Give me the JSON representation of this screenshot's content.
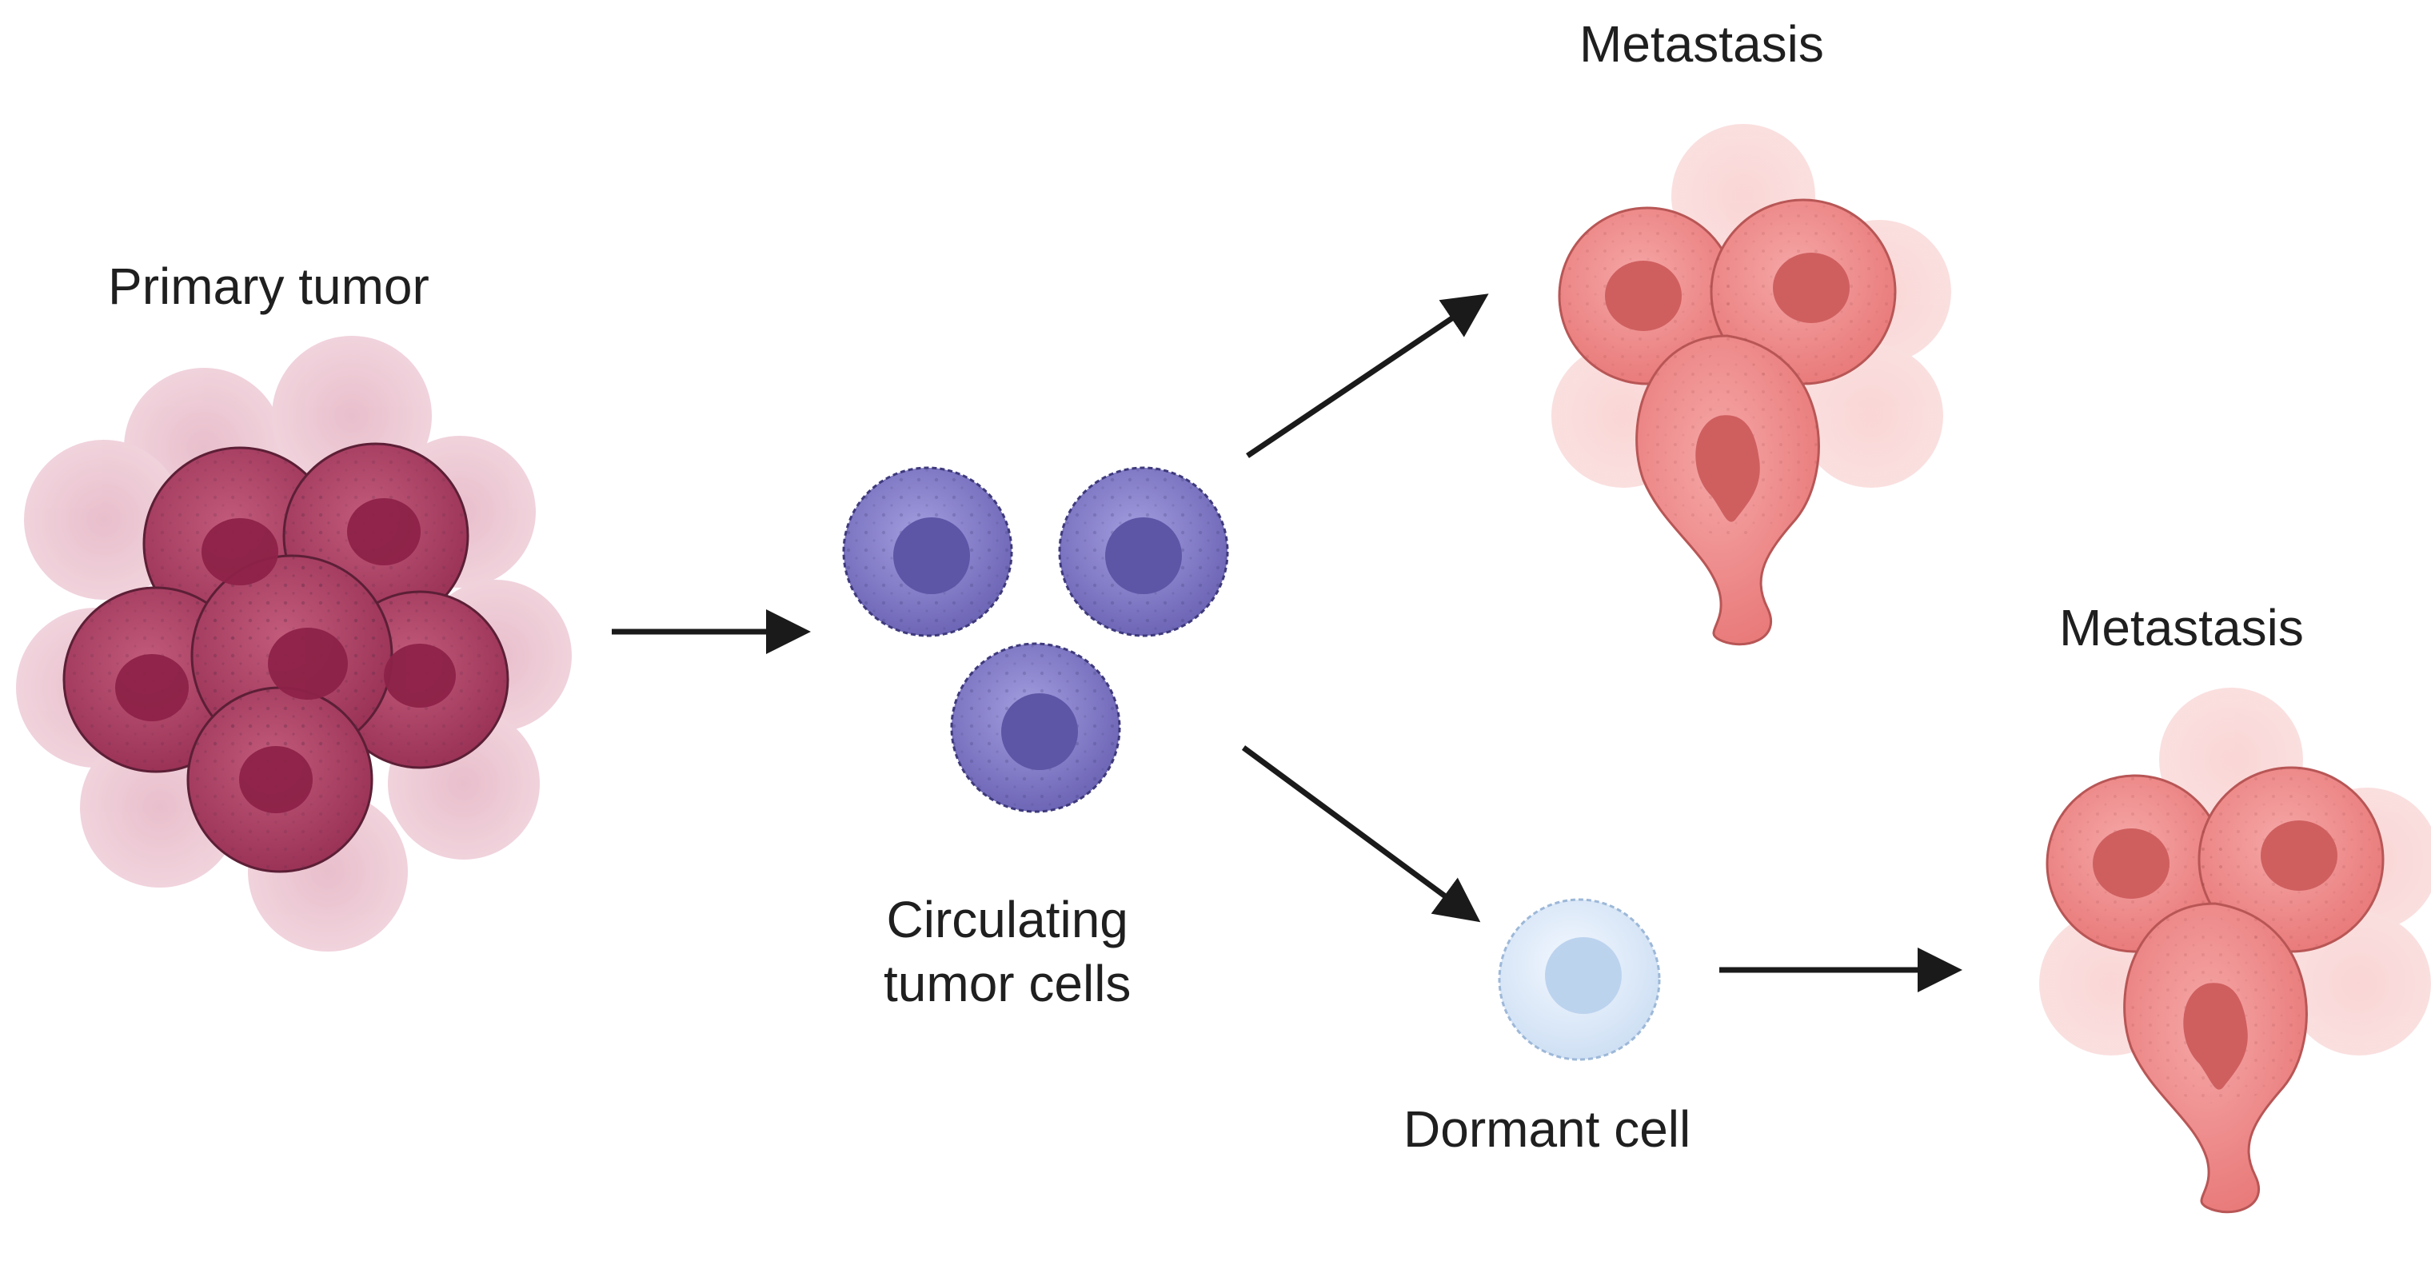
{
  "labels": {
    "primary_tumor": "Primary tumor",
    "circulating_line1": "Circulating",
    "circulating_line2": "tumor cells",
    "dormant_cell": "Dormant cell",
    "metastasis_top": "Metastasis",
    "metastasis_bottom": "Metastasis"
  },
  "colors": {
    "primary_tumor": "#a63a5c",
    "circulating_cell": "#7a72c0",
    "dormant_cell": "#dbe8f6",
    "metastasis": "#ef8c8c",
    "arrow": "#1a1a1a"
  }
}
